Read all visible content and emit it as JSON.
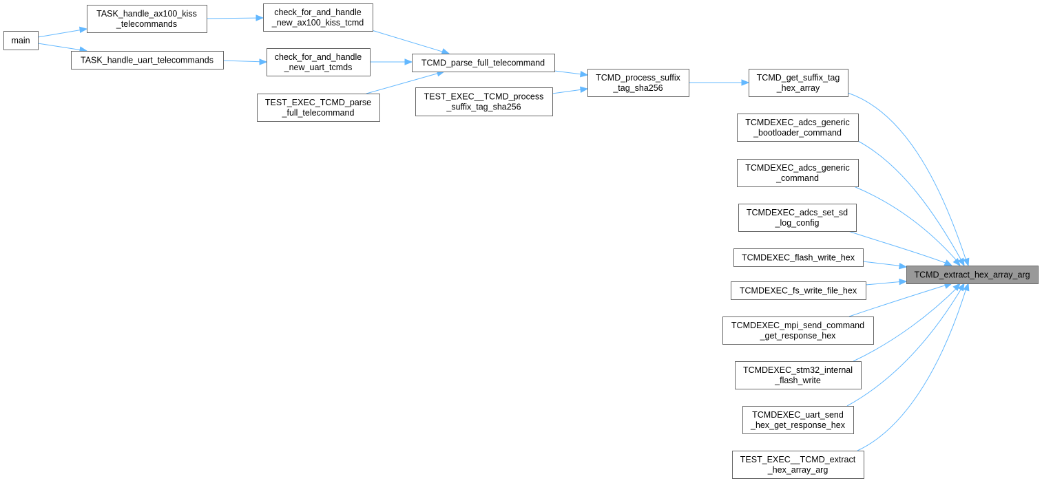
{
  "graph": {
    "focus_node": "TCMD_extract_hex_array_arg",
    "colors": {
      "edge": "#63b8ff",
      "focus_fill": "#999999",
      "node_border": "#666666",
      "node_fill": "#ffffff"
    },
    "nodes": {
      "main": [
        "main"
      ],
      "task_kiss": [
        "TASK_handle_ax100_kiss",
        "_telecommands"
      ],
      "task_uart": [
        "TASK_handle_uart_telecommands"
      ],
      "check_kiss": [
        "check_for_and_handle",
        "_new_ax100_kiss_tcmd"
      ],
      "check_uart": [
        "check_for_and_handle",
        "_new_uart_tcmds"
      ],
      "test_parse": [
        "TEST_EXEC_TCMD_parse",
        "_full_telecommand"
      ],
      "parse_full": [
        "TCMD_parse_full_telecommand"
      ],
      "test_process": [
        "TEST_EXEC__TCMD_process",
        "_suffix_tag_sha256"
      ],
      "process_suffix": [
        "TCMD_process_suffix",
        "_tag_sha256"
      ],
      "get_suffix": [
        "TCMD_get_suffix_tag",
        "_hex_array"
      ],
      "adcs_bootloader": [
        "TCMDEXEC_adcs_generic",
        "_bootloader_command"
      ],
      "adcs_generic": [
        "TCMDEXEC_adcs_generic",
        "_command"
      ],
      "adcs_sd": [
        "TCMDEXEC_adcs_set_sd",
        "_log_config"
      ],
      "flash_write": [
        "TCMDEXEC_flash_write_hex"
      ],
      "fs_write": [
        "TCMDEXEC_fs_write_file_hex"
      ],
      "mpi_send": [
        "TCMDEXEC_mpi_send_command",
        "_get_response_hex"
      ],
      "stm32_flash": [
        "TCMDEXEC_stm32_internal",
        "_flash_write"
      ],
      "uart_send": [
        "TCMDEXEC_uart_send",
        "_hex_get_response_hex"
      ],
      "test_extract": [
        "TEST_EXEC__TCMD_extract",
        "_hex_array_arg"
      ],
      "extract": [
        "TCMD_extract_hex_array_arg"
      ]
    },
    "edges": [
      [
        "main",
        "task_kiss"
      ],
      [
        "main",
        "task_uart"
      ],
      [
        "task_kiss",
        "check_kiss"
      ],
      [
        "task_uart",
        "check_uart"
      ],
      [
        "check_kiss",
        "parse_full"
      ],
      [
        "check_uart",
        "parse_full"
      ],
      [
        "test_parse",
        "parse_full"
      ],
      [
        "parse_full",
        "process_suffix"
      ],
      [
        "test_process",
        "process_suffix"
      ],
      [
        "process_suffix",
        "get_suffix"
      ],
      [
        "get_suffix",
        "extract"
      ],
      [
        "adcs_bootloader",
        "extract"
      ],
      [
        "adcs_generic",
        "extract"
      ],
      [
        "adcs_sd",
        "extract"
      ],
      [
        "flash_write",
        "extract"
      ],
      [
        "fs_write",
        "extract"
      ],
      [
        "mpi_send",
        "extract"
      ],
      [
        "stm32_flash",
        "extract"
      ],
      [
        "uart_send",
        "extract"
      ],
      [
        "test_extract",
        "extract"
      ]
    ]
  }
}
